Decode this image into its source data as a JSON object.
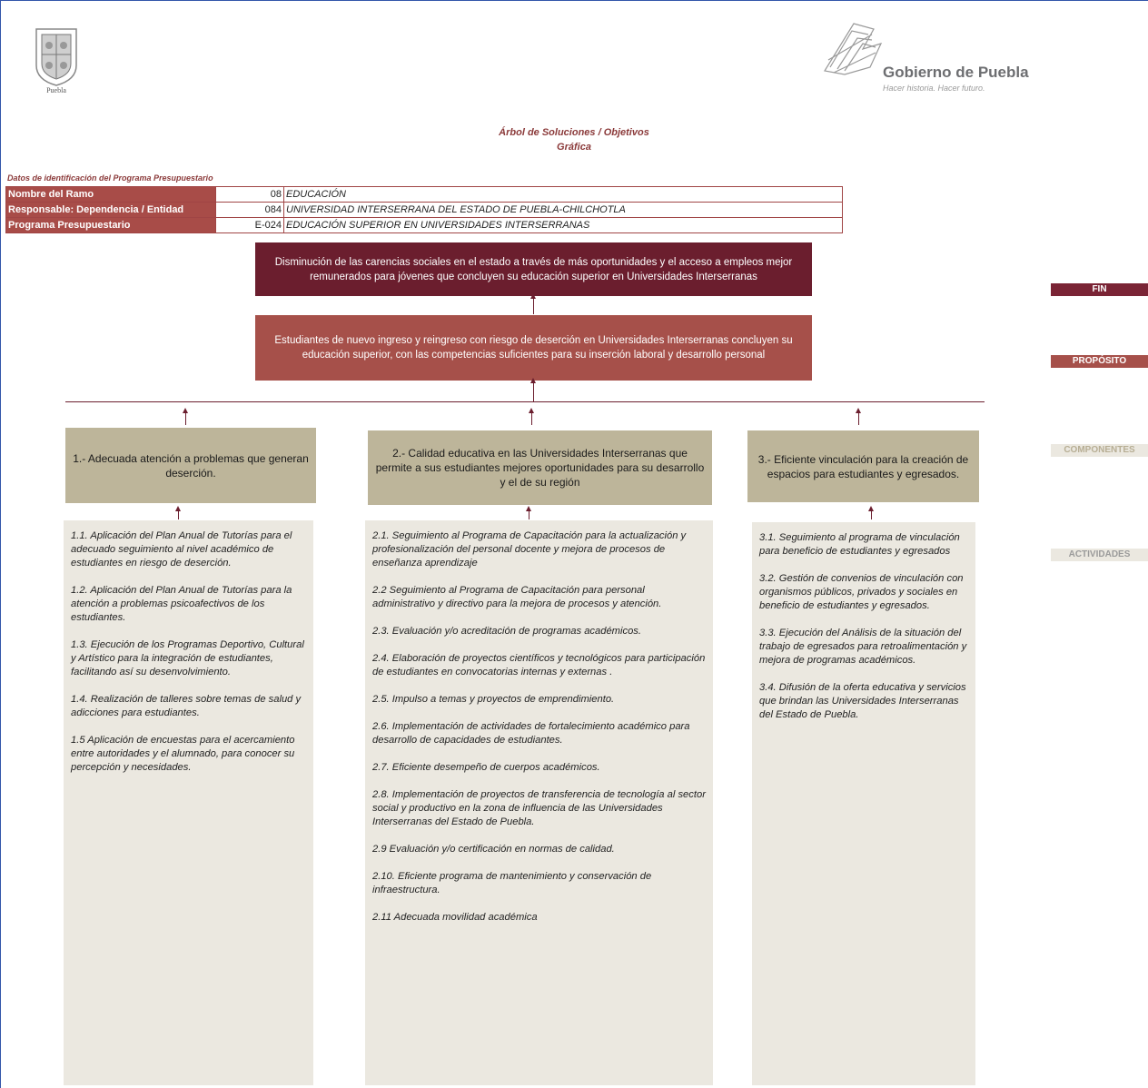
{
  "header": {
    "seal_text": "Puebla",
    "gov_name": "Gobierno de Puebla",
    "gov_tagline": "Hacer historia. Hacer futuro.",
    "title": "Árbol de Soluciones / Objetivos",
    "subtitle": "Gráfica"
  },
  "identification": {
    "label": "Datos de identificación del Programa Presupuestario",
    "rows": [
      {
        "label": "Nombre del Ramo",
        "code": "08",
        "value": "EDUCACIÓN"
      },
      {
        "label": "Responsable: Dependencia / Entidad",
        "code": "084",
        "value": "UNIVERSIDAD INTERSERRANA DEL ESTADO DE PUEBLA-CHILCHOTLA"
      },
      {
        "label": "Programa Presupuestario",
        "code": "E-024",
        "value": "EDUCACIÓN SUPERIOR EN UNIVERSIDADES INTERSERRANAS"
      }
    ]
  },
  "fin": "Disminución de las carencias sociales en el estado a través de más oportunidades y el acceso a empleos mejor remunerados para jóvenes que concluyen su educación superior en Universidades Interserranas",
  "proposito": "Estudiantes de nuevo ingreso y reingreso con riesgo de deserción en Universidades Interserranas concluyen su educación superior, con las competencias suficientes para su inserción laboral y desarrollo personal",
  "componentes": [
    "1.- Adecuada atención a problemas que generan deserción.",
    "2.- Calidad educativa en las Universidades Interserranas que permite a sus estudiantes mejores oportunidades para su desarrollo y el de su región",
    "3.- Eficiente vinculación para la creación de espacios para estudiantes y egresados."
  ],
  "actividades": [
    [
      "1.1. Aplicación del Plan Anual de Tutorías para el adecuado seguimiento al nivel académico de estudiantes en riesgo de deserción.",
      "1.2. Aplicación del Plan Anual de Tutorías para la atención a problemas psicoafectivos de los estudiantes.",
      "1.3. Ejecución de los Programas Deportivo, Cultural y Artístico para la integración de estudiantes, facilitando así su desenvolvimiento.",
      "1.4. Realización de talleres sobre temas de salud y adicciones para estudiantes.",
      "1.5 Aplicación de encuestas para el acercamiento entre autoridades y el alumnado, para conocer su percepción y necesidades."
    ],
    [
      "2.1. Seguimiento al Programa de Capacitación para la actualización y profesionalización del personal docente y mejora de procesos de enseñanza aprendizaje",
      "2.2 Seguimiento al Programa de Capacitación para personal administrativo y directivo para la mejora de procesos y atención.",
      "2.3. Evaluación y/o acreditación de programas académicos.",
      "2.4. Elaboración de proyectos científicos y tecnológicos para participación de estudiantes en convocatorias internas y externas .",
      "2.5. Impulso a temas y proyectos de emprendimiento.",
      "2.6. Implementación de actividades de fortalecimiento académico para desarrollo de capacidades de estudiantes.",
      "2.7. Eficiente desempeño de cuerpos académicos.",
      "2.8. Implementación de proyectos de transferencia de tecnología al sector social y productivo en la zona de influencia de las Universidades Interserranas del Estado de Puebla.",
      "2.9 Evaluación y/o certificación en normas de calidad.",
      "2.10. Eficiente programa de mantenimiento y conservación de infraestructura.",
      "2.11 Adecuada movilidad académica"
    ],
    [
      "3.1. Seguimiento al programa de vinculación para beneficio de estudiantes y egresados",
      "3.2. Gestión de convenios de vinculación con organismos públicos, privados y sociales en beneficio de estudiantes y egresados.",
      "3.3. Ejecución del Análisis de la situación del trabajo de egresados para retroalimentación y mejora de programas académicos.",
      "3.4. Difusión de la oferta educativa y servicios que brindan las Universidades Interserranas del Estado de Puebla."
    ]
  ],
  "side_labels": {
    "fin": "FIN",
    "proposito": "PROPÓSITO",
    "componentes": "COMPONENTES",
    "actividades": "ACTIVIDADES"
  },
  "colors": {
    "fin": "#6b1e2e",
    "proposito": "#a6504a",
    "componente": "#bdb59a",
    "actividad": "#ebe8e0"
  }
}
